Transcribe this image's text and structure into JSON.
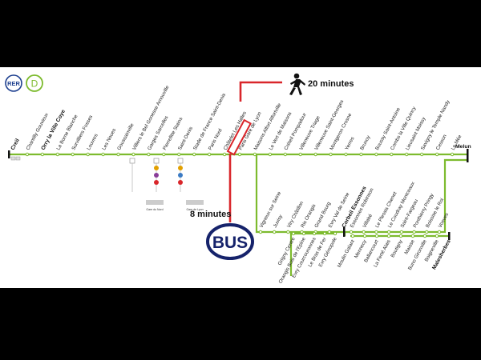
{
  "badges": {
    "rer": "RER",
    "line": "D"
  },
  "walk": {
    "label": "20 minutes"
  },
  "bus": {
    "label": "8 minutes",
    "logo": "BUS"
  },
  "colors": {
    "line": "#7dbb2e",
    "highlight": "#d9262b",
    "bus": "#16236b"
  },
  "main_upper": [
    {
      "name": "Creil",
      "bold": true
    },
    {
      "name": "Chantilly Gouvieux"
    },
    {
      "name": "Orry la Ville Coye",
      "bold": true
    },
    {
      "name": "La Borne Blanche"
    },
    {
      "name": "Survilliers Fosses"
    },
    {
      "name": "Louvres"
    },
    {
      "name": "Les Noues"
    },
    {
      "name": "Goussainville"
    },
    {
      "name": "Villiers le Bel Gonesse Arnouville"
    },
    {
      "name": "Garges Sarcelles"
    },
    {
      "name": "Pierrefitte Stains"
    },
    {
      "name": "Saint-Denis"
    },
    {
      "name": "Stade de France Saint-Denis"
    },
    {
      "name": "Paris Nord"
    },
    {
      "name": "Châtelet Les Halles"
    },
    {
      "name": "Paris Gare de Lyon"
    },
    {
      "name": "Maisons Alfort Alfortville"
    },
    {
      "name": "Le Vert de Maisons"
    },
    {
      "name": "Créteil Pompadour",
      "highlight": true
    },
    {
      "name": "Villeneuve Triage"
    },
    {
      "name": "Villeneuve Saint-Georges"
    },
    {
      "name": "Montgeron Crosne"
    },
    {
      "name": "Yerres"
    },
    {
      "name": "Brunoy"
    },
    {
      "name": "Boussy Saint-Antoine"
    },
    {
      "name": "Combs la Ville Quincy"
    },
    {
      "name": "Lieusaint Moissy"
    },
    {
      "name": "Savigny le Temple Nandy"
    },
    {
      "name": "Cesson"
    },
    {
      "name": "Le Mée"
    },
    {
      "name": "Melun",
      "bold": true
    }
  ],
  "branch_upper": [
    {
      "name": "Vigneux sur Seine"
    },
    {
      "name": "Juvisy"
    },
    {
      "name": "Viry Châtillon"
    },
    {
      "name": "Ris Orangis"
    },
    {
      "name": "Grand Bourg"
    },
    {
      "name": "Evry Val de Seine"
    },
    {
      "name": "Corbeil Essonnes",
      "bold": true
    }
  ],
  "branch_lower": [
    {
      "name": "Grigny Centre"
    },
    {
      "name": "Orangis Bois de l'Epine"
    },
    {
      "name": "Evry Courcouronnes"
    },
    {
      "name": "Le Bras de Fer"
    },
    {
      "name": "Evry Génopole"
    }
  ],
  "branch_south_upper": [
    {
      "name": "Essonnes Robinson"
    },
    {
      "name": "Villabé"
    },
    {
      "name": "Le Plessis Chenet"
    },
    {
      "name": "Le Coudray Montceaux"
    },
    {
      "name": "Saint-Fargeau"
    },
    {
      "name": "Ponthierry Pringy"
    },
    {
      "name": "Boissise le Roi"
    },
    {
      "name": "Vosves"
    }
  ],
  "branch_south_lower": [
    {
      "name": "Moulin Galant"
    },
    {
      "name": "Mennecy"
    },
    {
      "name": "Ballancourt"
    },
    {
      "name": "La Ferté Alais"
    },
    {
      "name": "Boutigny"
    },
    {
      "name": "Maisse"
    },
    {
      "name": "Buno Gironville"
    },
    {
      "name": "Boigneville"
    },
    {
      "name": "Malesherbes",
      "bold": true
    }
  ],
  "connections": {
    "gare_nord": "Gare du Nord",
    "gare_lyon": "Gare de Lyon"
  }
}
